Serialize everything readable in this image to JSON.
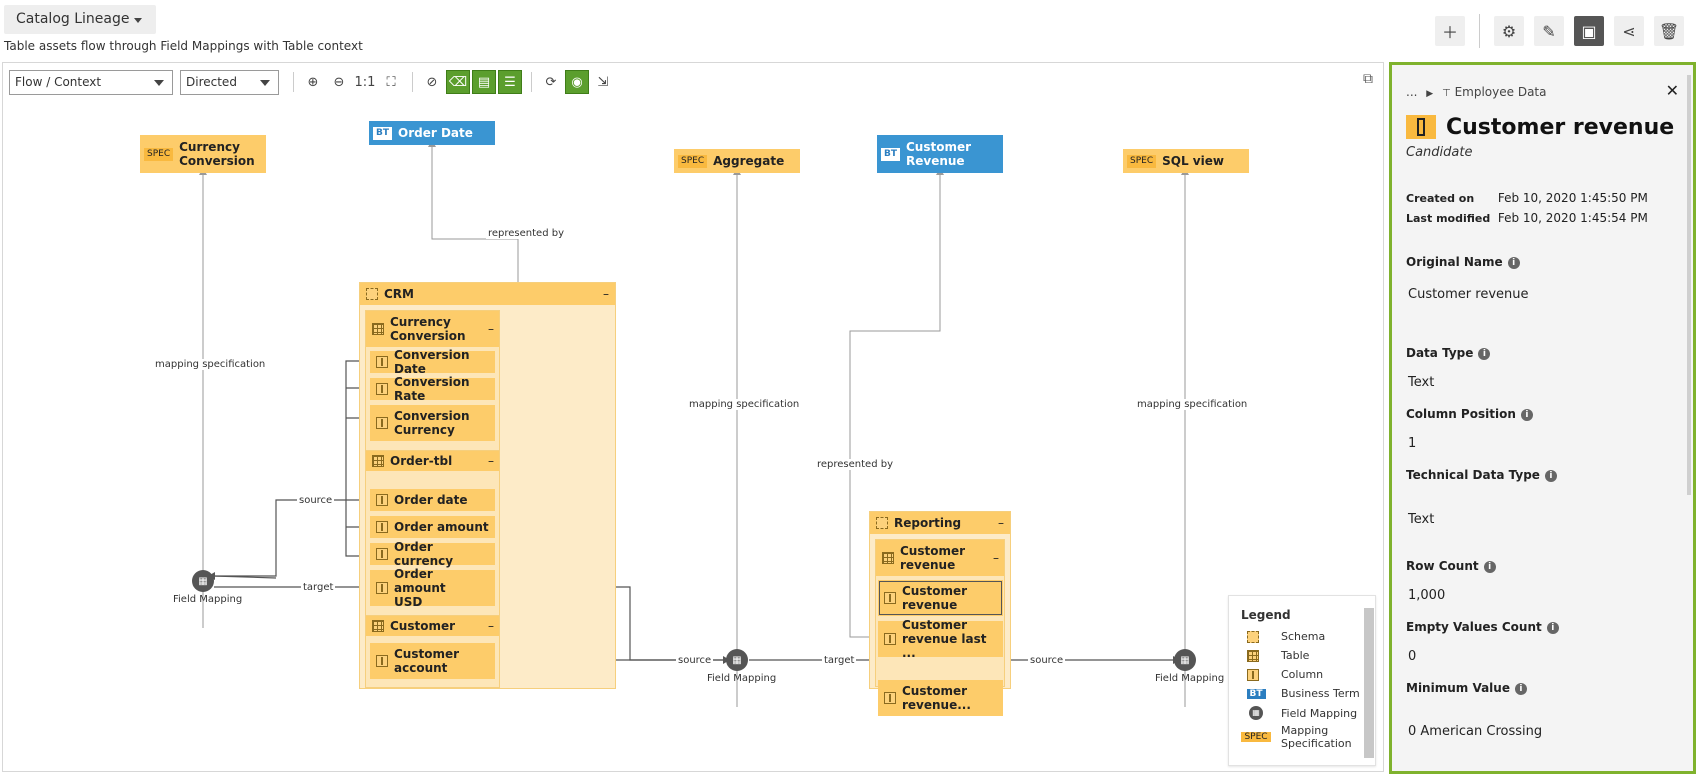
{
  "header": {
    "title": "Catalog Lineage",
    "subtitle": "Table assets flow through Field Mappings with Table context"
  },
  "actions": [
    "add-icon",
    "gear-icon",
    "pencil-icon",
    "save-icon",
    "share-icon",
    "trash-icon"
  ],
  "toolbar": {
    "view_select": "Flow / Context",
    "direction_select": "Directed",
    "zoom_reset_label": "1:1"
  },
  "graph": {
    "top_nodes": [
      {
        "tag": "SPEC",
        "label": "Currency Conversion"
      },
      {
        "tag": "BT",
        "label": "Order Date"
      },
      {
        "tag": "SPEC",
        "label": "Aggregate"
      },
      {
        "tag": "BT",
        "label": "Customer Revenue"
      },
      {
        "tag": "SPEC",
        "label": "SQL view"
      }
    ],
    "crm": {
      "label": "CRM",
      "tables": [
        {
          "label": "Currency Conversion",
          "columns": [
            "Conversion Date",
            "Conversion Rate",
            "Conversion Currency"
          ]
        },
        {
          "label": "Order-tbl",
          "columns": [
            "Order date",
            "Order amount",
            "Order currency",
            "Order amount USD"
          ]
        },
        {
          "label": "Customer",
          "columns": [
            "Customer account"
          ]
        }
      ]
    },
    "reporting": {
      "label": "Reporting",
      "tables": [
        {
          "label": "Customer revenue",
          "columns": [
            "Customer revenue",
            "Customer revenue last ...",
            "Customer revenue..."
          ]
        }
      ]
    },
    "edge_labels": {
      "mapping_spec": "mapping specification",
      "represented_by": "represented by",
      "source": "source",
      "target": "target"
    },
    "field_mapping_label": "Field Mapping",
    "collapse_symbol": "–"
  },
  "legend": {
    "title": "Legend",
    "items": [
      {
        "icon": "schema-icon",
        "label": "Schema"
      },
      {
        "icon": "table-icon",
        "label": "Table"
      },
      {
        "icon": "column-icon",
        "label": "Column"
      },
      {
        "icon": "bt-icon",
        "label": "Business Term",
        "tag": "BT"
      },
      {
        "icon": "field-mapping-icon",
        "label": "Field Mapping"
      },
      {
        "icon": "spec-icon",
        "label": "Mapping Specification",
        "tag": "SPEC"
      }
    ]
  },
  "panel": {
    "breadcrumb_ellipsis": "...",
    "breadcrumb_item": "Employee Data",
    "title": "Customer revenue",
    "status": "Candidate",
    "created_label": "Created on",
    "created_value": "Feb 10, 2020 1:45:50 PM",
    "modified_label": "Last modified",
    "modified_value": "Feb 10, 2020 1:45:54 PM",
    "fields": [
      {
        "label": "Original Name",
        "value": "Customer revenue"
      },
      {
        "label": "Data Type",
        "value": "Text"
      },
      {
        "label": "Column Position",
        "value": "1"
      },
      {
        "label": "Technical Data Type",
        "value": "Text"
      },
      {
        "label": "Row Count",
        "value": "1,000"
      },
      {
        "label": "Empty Values Count",
        "value": "0"
      },
      {
        "label": "Minimum Value",
        "value": "0 American Crossing"
      }
    ]
  }
}
